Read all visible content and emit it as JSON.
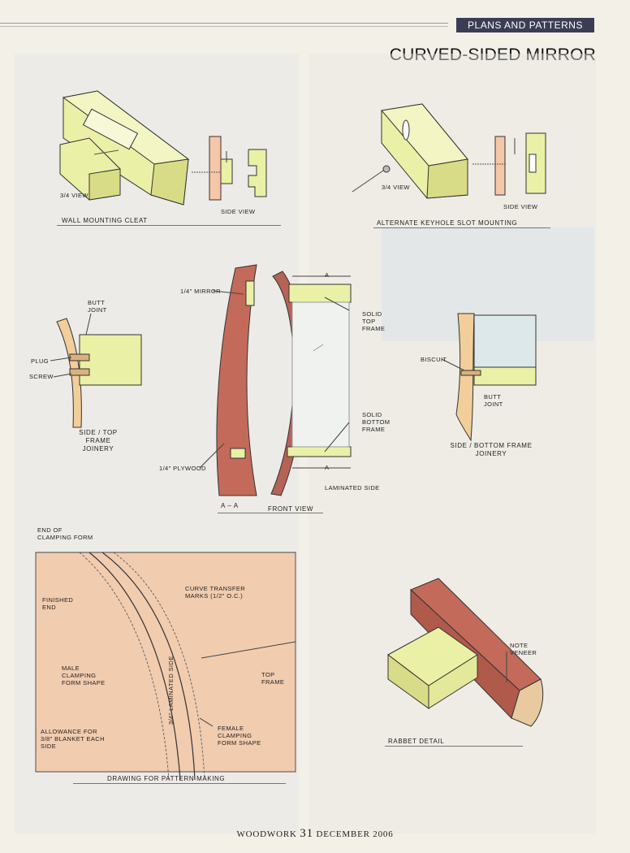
{
  "header": {
    "section": "PLANS AND PATTERNS",
    "title": "CURVED-SIDED MIRROR"
  },
  "figures": {
    "wall_cleat": {
      "caption": "WALL MOUNTING CLEAT",
      "three_quarter": "3/4 VIEW",
      "side": "SIDE VIEW"
    },
    "keyhole": {
      "caption": "ALTERNATE KEYHOLE SLOT MOUNTING",
      "three_quarter": "3/4 VIEW",
      "side": "SIDE VIEW"
    },
    "side_top": {
      "caption": "SIDE / TOP FRAME JOINERY",
      "butt_joint": "BUTT JOINT",
      "plug": "PLUG",
      "screw": "SCREW"
    },
    "section_aa": {
      "caption": "A – A",
      "mirror": "1/4\" MIRROR",
      "plywood": "1/4\" PLYWOOD"
    },
    "front": {
      "caption": "FRONT VIEW",
      "solid_top": "SOLID TOP FRAME",
      "solid_bottom": "SOLID BOTTOM FRAME",
      "laminated_side": "LAMINATED SIDE",
      "a_mark": "A"
    },
    "side_bottom": {
      "caption": "SIDE / BOTTOM FRAME JOINERY",
      "biscuit": "BISCUIT",
      "butt_joint": "BUTT JOINT"
    },
    "pattern": {
      "caption": "DRAWING FOR PATTERN MAKING",
      "end_form": "END OF CLAMPING FORM",
      "curve_marks": "CURVE TRANSFER MARKS (1/2\" O.C.)",
      "finished_end": "FINISHED END",
      "male_form": "MALE CLAMPING FORM SHAPE",
      "top_frame": "TOP FRAME",
      "allowance": "ALLOWANCE FOR 3/8\" BLANKET EACH SIDE",
      "laminated_side": "3/4\" LAMINATED SIDE",
      "female_form": "FEMALE CLAMPING FORM SHAPE"
    },
    "rabbet": {
      "caption": "RABBET DETAIL",
      "note": "NOTE VENEER"
    }
  },
  "footer": {
    "magazine": "WOODWORK",
    "page": "31",
    "issue": "DECEMBER 2006"
  }
}
